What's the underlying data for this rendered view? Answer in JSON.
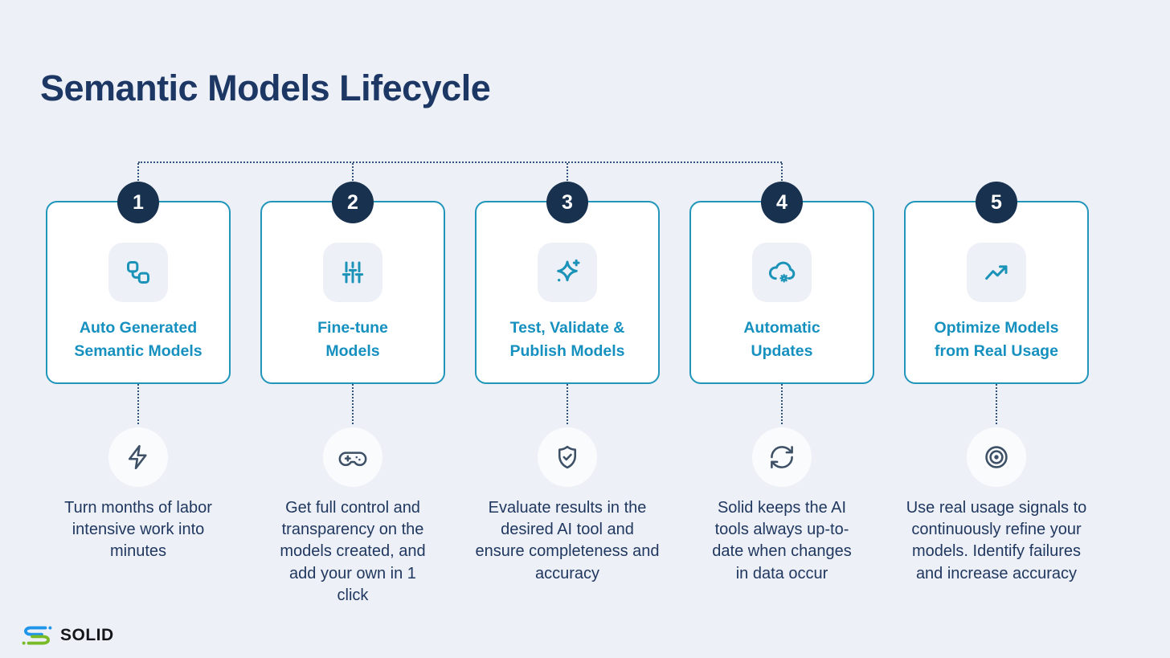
{
  "page": {
    "title": "Semantic Models Lifecycle"
  },
  "colors": {
    "background": "#edf1f7",
    "heading_navy": "#1d3765",
    "card_border_teal": "#2196ba",
    "card_title_teal": "#1590bf",
    "badge_navy": "#17314f",
    "connector_navy": "#30517a",
    "detail_icon_slate": "#3e5066",
    "description_navy": "#20375f",
    "logo_blue": "#2095e9",
    "logo_green": "#79ba28"
  },
  "steps": [
    {
      "number": "1",
      "title": "Auto Generated Semantic Models",
      "card_icon": "workflow-nodes-icon",
      "detail_icon": "lightning-icon",
      "description": "Turn months of labor intensive work into minutes"
    },
    {
      "number": "2",
      "title": "Fine-tune Models",
      "card_icon": "sliders-icon",
      "detail_icon": "gamepad-icon",
      "description": "Get full control and transparency on the models created, and add your own in 1 click"
    },
    {
      "number": "3",
      "title": "Test, Validate & Publish Models",
      "card_icon": "sparkles-icon",
      "detail_icon": "shield-check-icon",
      "description": "Evaluate results in the desired AI tool and ensure completeness and accuracy"
    },
    {
      "number": "4",
      "title": "Automatic Updates",
      "card_icon": "cloud-gear-icon",
      "detail_icon": "refresh-icon",
      "description": "Solid keeps the AI tools always up-to-date when changes in data occur"
    },
    {
      "number": "5",
      "title": "Optimize Models from Real Usage",
      "card_icon": "trend-up-icon",
      "detail_icon": "target-icon",
      "description": "Use real usage signals to continuously refine your models. Identify failures and increase accuracy"
    }
  ],
  "footer": {
    "brand": "SOLID"
  }
}
